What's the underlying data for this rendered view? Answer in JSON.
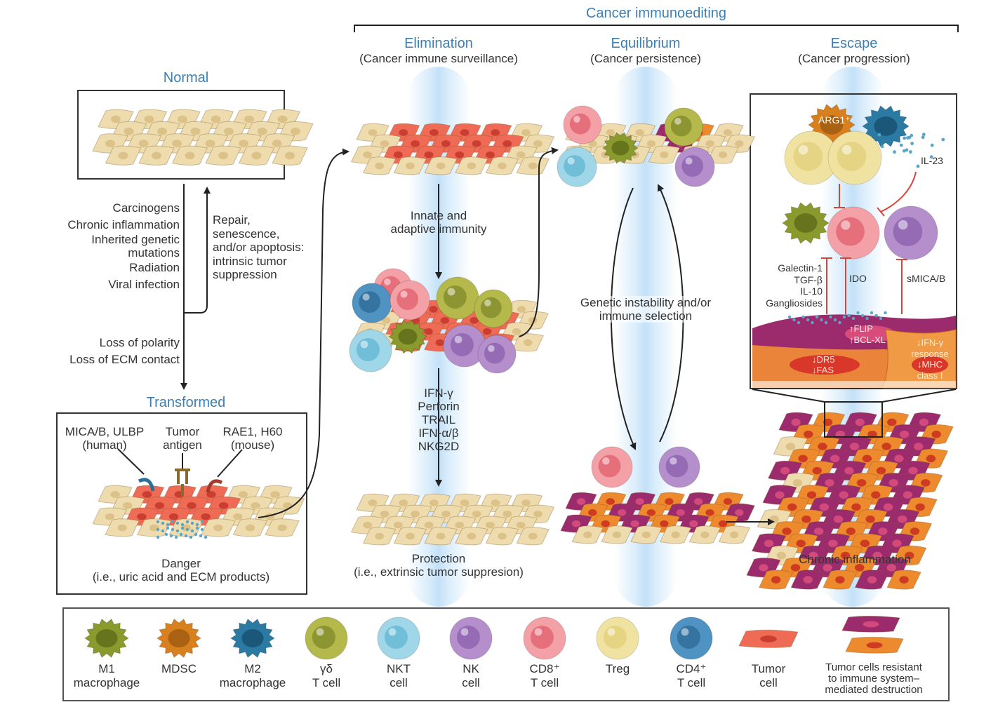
{
  "header": {
    "title": "Cancer immunoediting",
    "normal": "Normal",
    "transformed": "Transformed",
    "elimination": {
      "title": "Elimination",
      "sub": "(Cancer immune surveillance)"
    },
    "equilibrium": {
      "title": "Equilibrium",
      "sub": "(Cancer persistence)"
    },
    "escape": {
      "title": "Escape",
      "sub": "(Cancer progression)"
    }
  },
  "left": {
    "causes": [
      "Carcinogens",
      "Chronic inflammation",
      "Inherited genetic",
      "mutations",
      "Radiation",
      "Viral infection"
    ],
    "repair": [
      "Repair,",
      "senescence,",
      "and/or apoptosis:",
      "intrinsic tumor",
      "suppression"
    ],
    "loss": [
      "Loss of polarity",
      "Loss of ECM contact"
    ],
    "ligand1": [
      "MICA/B, ULBP",
      "(human)"
    ],
    "ligand2": [
      "Tumor",
      "antigen"
    ],
    "ligand3": [
      "RAE1, H60",
      "(mouse)"
    ],
    "danger": [
      "Danger",
      "(i.e., uric acid and ECM products)"
    ]
  },
  "middle": {
    "immunity": [
      "Innate and",
      "adaptive immunity"
    ],
    "effectors": [
      "IFN-γ",
      "Perforin",
      "TRAIL",
      "IFN-α/β",
      "NKG2D"
    ],
    "protection": [
      "Protection",
      "(i.e., extrinsic tumor suppresion)"
    ]
  },
  "equil": {
    "genetic": [
      "Genetic instability and/or",
      "immune selection"
    ]
  },
  "escape_panel": {
    "arg1": "ARG1⁺",
    "il23": "IL-23",
    "galectin": [
      "Galectin-1",
      "TGF-β",
      "IL-10",
      "Gangliosides"
    ],
    "ido": "IDO",
    "smica": "sMICA/B",
    "flip": [
      "↑FLIP",
      "↑BCL-XL"
    ],
    "dr5": [
      "↓DR5",
      "↓FAS"
    ],
    "ifn": [
      "↓IFN-γ",
      "response",
      "↓MHC",
      "class I"
    ],
    "chronic": "Chronic inflammation"
  },
  "legend": [
    {
      "label": [
        "M1",
        "macrophage"
      ],
      "shape": "spiky",
      "color": "#8a9a2c",
      "nucleus": "#5c6a1a"
    },
    {
      "label": [
        "MDSC"
      ],
      "shape": "spiky",
      "color": "#d9801e",
      "nucleus": "#9c5a10"
    },
    {
      "label": [
        "M2",
        "macrophage"
      ],
      "shape": "spiky",
      "color": "#2a7aa3",
      "nucleus": "#184f6e"
    },
    {
      "label": [
        "γδ",
        "T cell"
      ],
      "shape": "round",
      "color": "#b5b84a",
      "nucleus": "#7f8a2a"
    },
    {
      "label": [
        "NKT",
        "cell"
      ],
      "shape": "round",
      "color": "#9fd6e8",
      "nucleus": "#62b6d4"
    },
    {
      "label": [
        "NK",
        "cell"
      ],
      "shape": "round",
      "color": "#b58fcc",
      "nucleus": "#8b5fae"
    },
    {
      "label": [
        "CD8⁺",
        "T cell"
      ],
      "shape": "round",
      "color": "#f3a0a6",
      "nucleus": "#e0606c"
    },
    {
      "label": [
        "Treg"
      ],
      "shape": "round",
      "color": "#f0e3a2",
      "nucleus": "#e2cf7a"
    },
    {
      "label": [
        "CD4⁺",
        "T cell"
      ],
      "shape": "round",
      "color": "#4f93c3",
      "nucleus": "#2c6894"
    },
    {
      "label": [
        "Tumor",
        "cell"
      ],
      "shape": "flat",
      "color": "#ef6b55",
      "nucleus": "#c53a2e"
    },
    {
      "label": [
        "Tumor cells resistant",
        "to immune system–",
        "mediated destruction"
      ],
      "shape": "resistant",
      "color": "#9b2b6d",
      "nucleus": "#e9843a"
    }
  ],
  "colors": {
    "accent": "#3d7fb3",
    "stroma": "#efdcae",
    "tumor": "#ef6b55",
    "resistant_purple": "#9b2b6d",
    "resistant_orange": "#ee8a2e",
    "inhibit": "#d9443a"
  }
}
